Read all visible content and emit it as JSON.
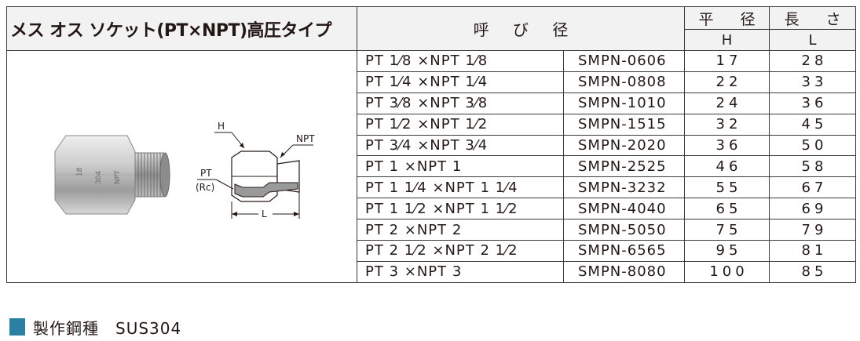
{
  "table": {
    "title": "メス オス ソケット(PT×NPT)高圧タイプ",
    "callout_header": "呼 び 径",
    "diameter_header": "平 径",
    "diameter_sub": "H",
    "length_header": "長 さ",
    "length_sub": "L",
    "rows": [
      {
        "size": "PT 1⁄8 ×NPT 1⁄8",
        "code": "SMPN-0606",
        "h": "17",
        "l": "28"
      },
      {
        "size": "PT 1⁄4 ×NPT 1⁄4",
        "code": "SMPN-0808",
        "h": "22",
        "l": "33"
      },
      {
        "size": "PT 3⁄8 ×NPT 3⁄8",
        "code": "SMPN-1010",
        "h": "24",
        "l": "36"
      },
      {
        "size": "PT 1⁄2 ×NPT 1⁄2",
        "code": "SMPN-1515",
        "h": "32",
        "l": "45"
      },
      {
        "size": "PT 3⁄4 ×NPT 3⁄4",
        "code": "SMPN-2020",
        "h": "36",
        "l": "50"
      },
      {
        "size": "PT  1  ×NPT  1",
        "code": "SMPN-2525",
        "h": "46",
        "l": "58"
      },
      {
        "size": "PT 1 1⁄4 ×NPT 1 1⁄4",
        "code": "SMPN-3232",
        "h": "55",
        "l": "67"
      },
      {
        "size": "PT 1 1⁄2 ×NPT 1 1⁄2",
        "code": "SMPN-4040",
        "h": "65",
        "l": "69"
      },
      {
        "size": "PT  2  ×NPT  2",
        "code": "SMPN-5050",
        "h": "75",
        "l": "79"
      },
      {
        "size": "PT 2 1⁄2 ×NPT 2 1⁄2",
        "code": "SMPN-6565",
        "h": "95",
        "l": "81"
      },
      {
        "size": "PT  3  ×NPT  3",
        "code": "SMPN-8080",
        "h": "100",
        "l": "85"
      }
    ]
  },
  "diagram": {
    "label_h": "H",
    "label_npt": "NPT",
    "label_pt": "PT",
    "label_rc": "(Rc)",
    "label_l": "L"
  },
  "photo_markings": {
    "mark_a": "304",
    "mark_b": "NPT",
    "mark_c": "18"
  },
  "material_note": {
    "text": "製作鋼種　SUS304",
    "swatch_color": "#2a7fa3"
  }
}
